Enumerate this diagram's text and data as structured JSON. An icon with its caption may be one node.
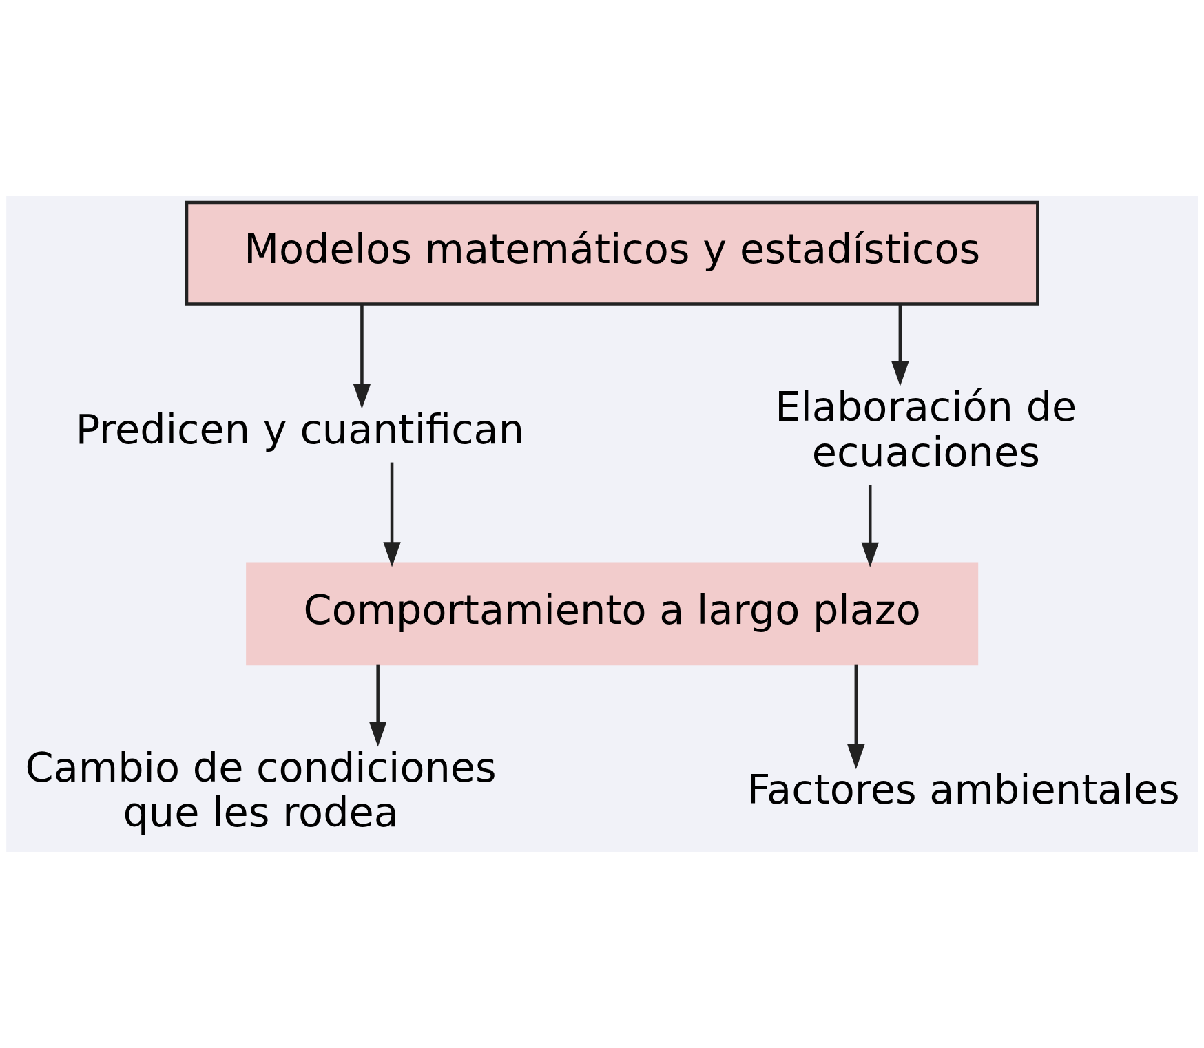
{
  "diagram": {
    "nodes": [
      {
        "text": [
          "Modelos matemáticos y estadísticos"
        ]
      },
      {
        "text": [
          "Predicen y cuantifican"
        ]
      },
      {
        "text": [
          "Elaboración de ecuaciones"
        ]
      },
      {
        "text": [
          "Comportamiento a largo plazo"
        ]
      },
      {
        "text": [
          "Cambio de condiciones que les rodea"
        ]
      },
      {
        "text": [
          "Factores ambientales"
        ]
      }
    ],
    "edges": [
      {
        "from": 0,
        "to": 1,
        "arrow": "to"
      },
      {
        "from": 0,
        "to": 2,
        "arrow": "to"
      },
      {
        "from": 1,
        "to": 3,
        "arrow": "to"
      },
      {
        "from": 2,
        "to": 3,
        "arrow": "to"
      },
      {
        "from": 3,
        "to": 4,
        "arrow": "to"
      },
      {
        "from": 3,
        "to": 5,
        "arrow": "to"
      }
    ]
  }
}
